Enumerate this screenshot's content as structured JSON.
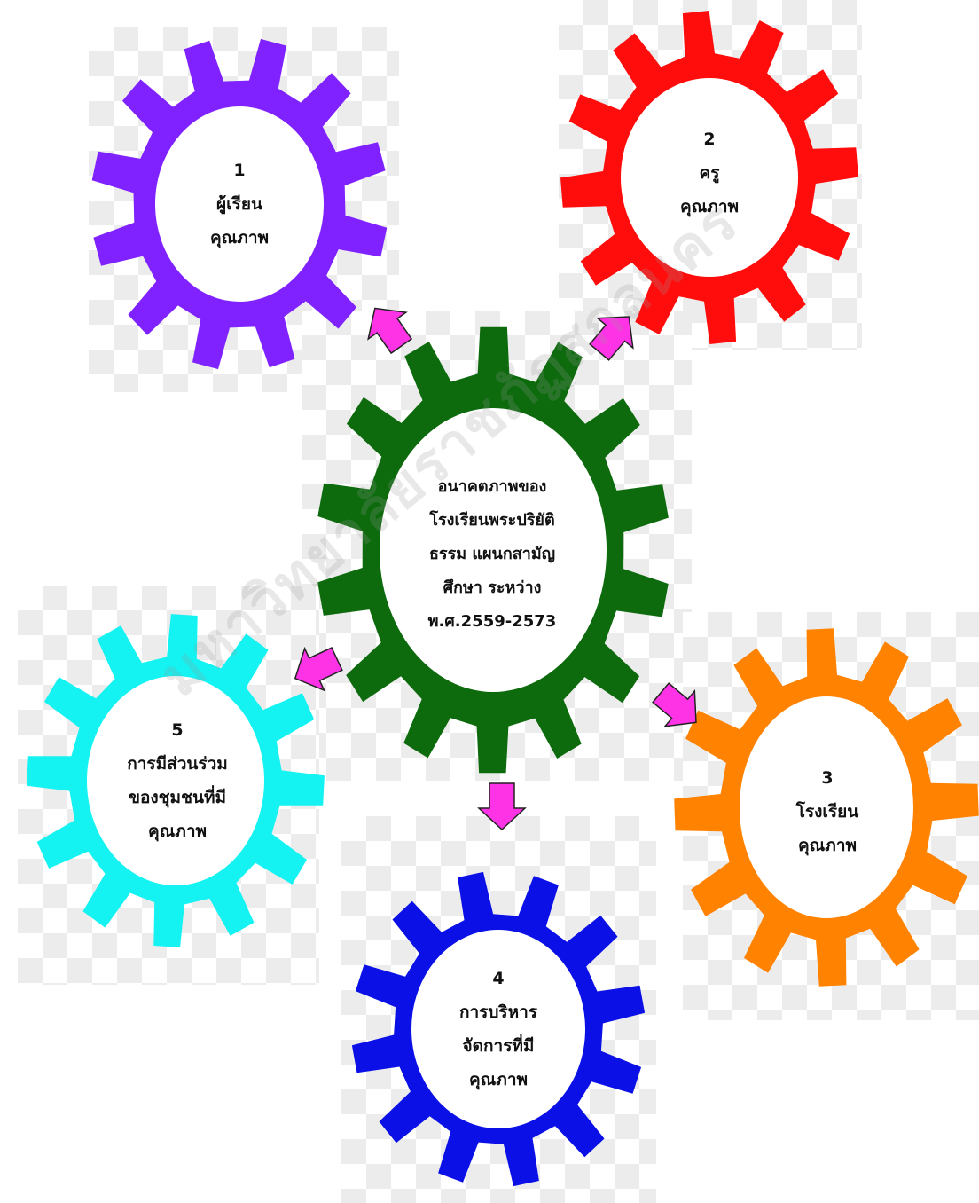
{
  "center": {
    "lines": [
      "อนาคตภาพของ",
      "โรงเรียนพระปริยัติ",
      "ธรรม แผนกสามัญ",
      "ศึกษา ระหว่าง",
      "พ.ศ.2559-2573"
    ],
    "color": "#0d6b0d"
  },
  "gears": [
    {
      "id": "student",
      "number": "1",
      "lines": [
        "ผู้เรียน",
        "คุณภาพ"
      ],
      "color": "#7f22ff"
    },
    {
      "id": "teacher",
      "number": "2",
      "lines": [
        "ครู",
        "คุณภาพ"
      ],
      "color": "#ff0d0d"
    },
    {
      "id": "school",
      "number": "3",
      "lines": [
        "โรงเรียน",
        "คุณภาพ"
      ],
      "color": "#ff8200"
    },
    {
      "id": "management",
      "number": "4",
      "lines": [
        "การบริหาร",
        "จัดการที่มี",
        "คุณภาพ"
      ],
      "color": "#0a10e6"
    },
    {
      "id": "community",
      "number": "5",
      "lines": [
        "การมีส่วนร่วม",
        "ของชุมชนที่มี",
        "คุณภาพ"
      ],
      "color": "#14f2f2"
    }
  ],
  "arrow_color": "#ff33e6",
  "watermark": "มหาวิทยาลัยราชภัฏสกลนคร"
}
